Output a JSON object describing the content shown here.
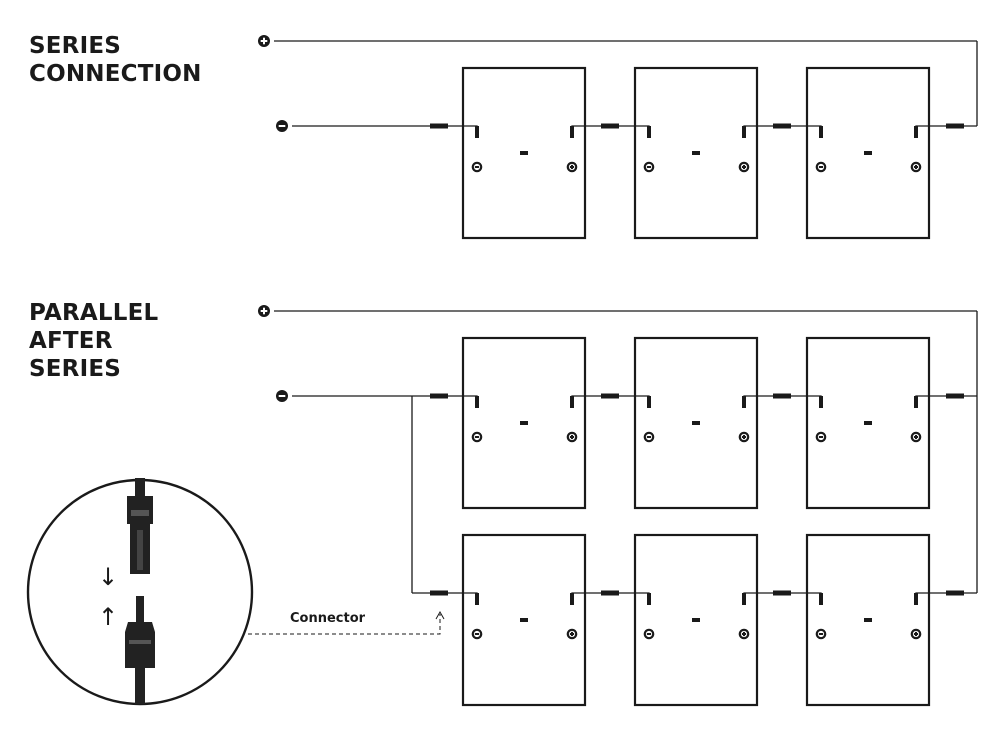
{
  "sections": {
    "series": {
      "title_lines": [
        "SERIES",
        "CONNECTION"
      ],
      "rows": 1,
      "panels_per_row": 3
    },
    "parallel": {
      "title_lines": [
        "PARALLEL",
        "AFTER",
        "SERIES"
      ],
      "rows": 2,
      "panels_per_row": 3
    }
  },
  "symbols": {
    "positive": "+",
    "negative": "−"
  },
  "connector": {
    "label": "Connector",
    "arrows": [
      "↓",
      "↑"
    ]
  },
  "colors": {
    "line": "#1a1a1a",
    "background": "#ffffff",
    "connector_body": "#222222"
  }
}
